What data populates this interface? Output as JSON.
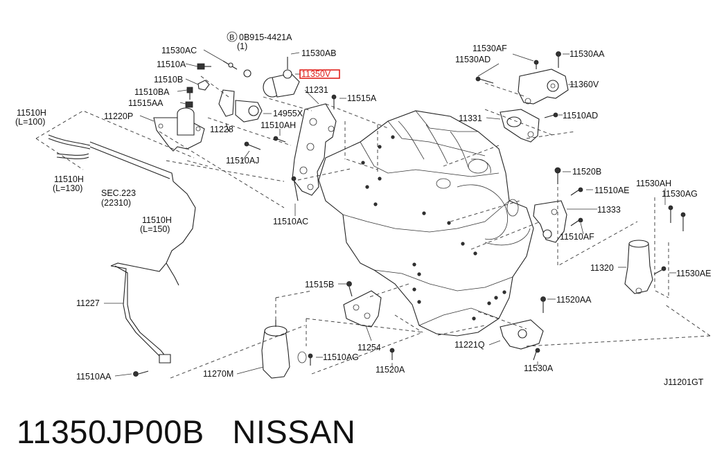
{
  "diagram": {
    "drawing_code": "J11201GT",
    "callouts": {
      "c_0b915": "0B915-4421A",
      "c_0b915_qty": "(1)",
      "c_11530ac": "11530AC",
      "c_11530ab": "11530AB",
      "c_11350v": "11350V",
      "c_11510a": "11510A",
      "c_11510b": "11510B",
      "c_11510ba": "11510BA",
      "c_11515aa": "11515AA",
      "c_11231": "11231",
      "c_11515a": "11515A",
      "c_11220p": "11220P",
      "c_14955x": "14955X",
      "c_11228": "11228",
      "c_11510ah": "11510AH",
      "c_11510h_100": "11510H",
      "c_l100": "(L=100)",
      "c_11510h_130": "11510H",
      "c_l130": "(L=130)",
      "c_sec223": "SEC.223",
      "c_22310": "(22310)",
      "c_11510aj": "11510AJ",
      "c_11510ac": "11510AC",
      "c_11510h_150": "11510H",
      "c_l150": "(L=150)",
      "c_11530af": "11530AF",
      "c_11530ad": "11530AD",
      "c_11530aa": "11530AA",
      "c_11360v": "11360V",
      "c_11331": "11331",
      "c_11510ad": "11510AD",
      "c_11520b": "11520B",
      "c_11510ae": "11510AE",
      "c_11530ah": "11530AH",
      "c_11530ag": "11530AG",
      "c_11333": "11333",
      "c_11510af": "11510AF",
      "c_11320": "11320",
      "c_11530ae": "11530AE",
      "c_11227": "11227",
      "c_11515b": "11515B",
      "c_11520aa": "11520AA",
      "c_11254": "11254",
      "c_11221q": "11221Q",
      "c_11510ag": "11510AG",
      "c_11520a": "11520A",
      "c_11530a": "11530A",
      "c_11270m": "11270M",
      "c_11510aa": "11510AA"
    },
    "highlight_color": "#e0201b"
  },
  "footer": {
    "part_number": "11350JP00B",
    "brand": "NISSAN"
  }
}
